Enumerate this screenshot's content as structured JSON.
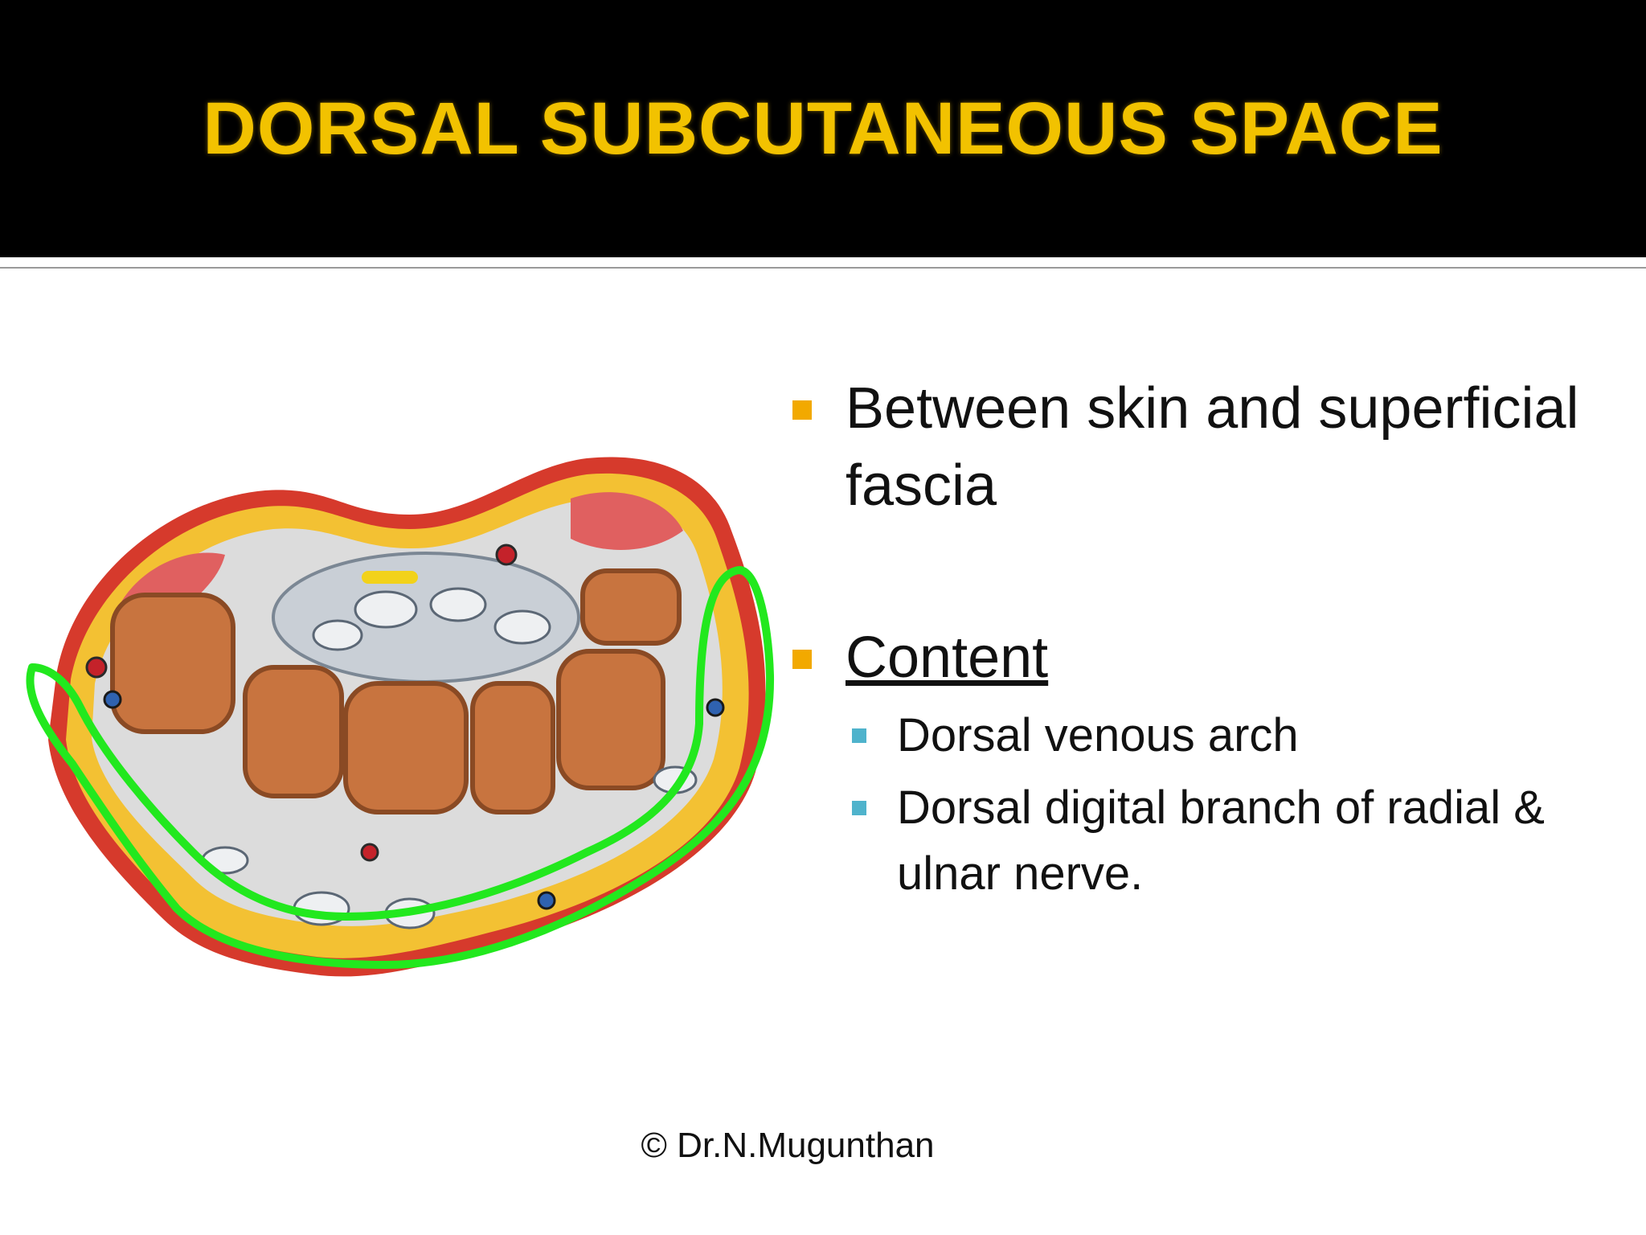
{
  "slide": {
    "title": "DORSAL SUBCUTANEOUS SPACE",
    "bullets": [
      {
        "text": "Between skin and superficial fascia"
      },
      {
        "text": "Content"
      }
    ],
    "sub_bullets": [
      {
        "text": "Dorsal venous arch"
      },
      {
        "text": "Dorsal digital branch of  radial & ulnar nerve."
      }
    ],
    "footer": "© Dr.N.Mugunthan"
  },
  "colors": {
    "header_bg": "#000000",
    "title": "#f2c200",
    "bullet_level1": "#f2a900",
    "bullet_level2": "#4fb3cc",
    "highlight_outline": "#22e81e"
  }
}
